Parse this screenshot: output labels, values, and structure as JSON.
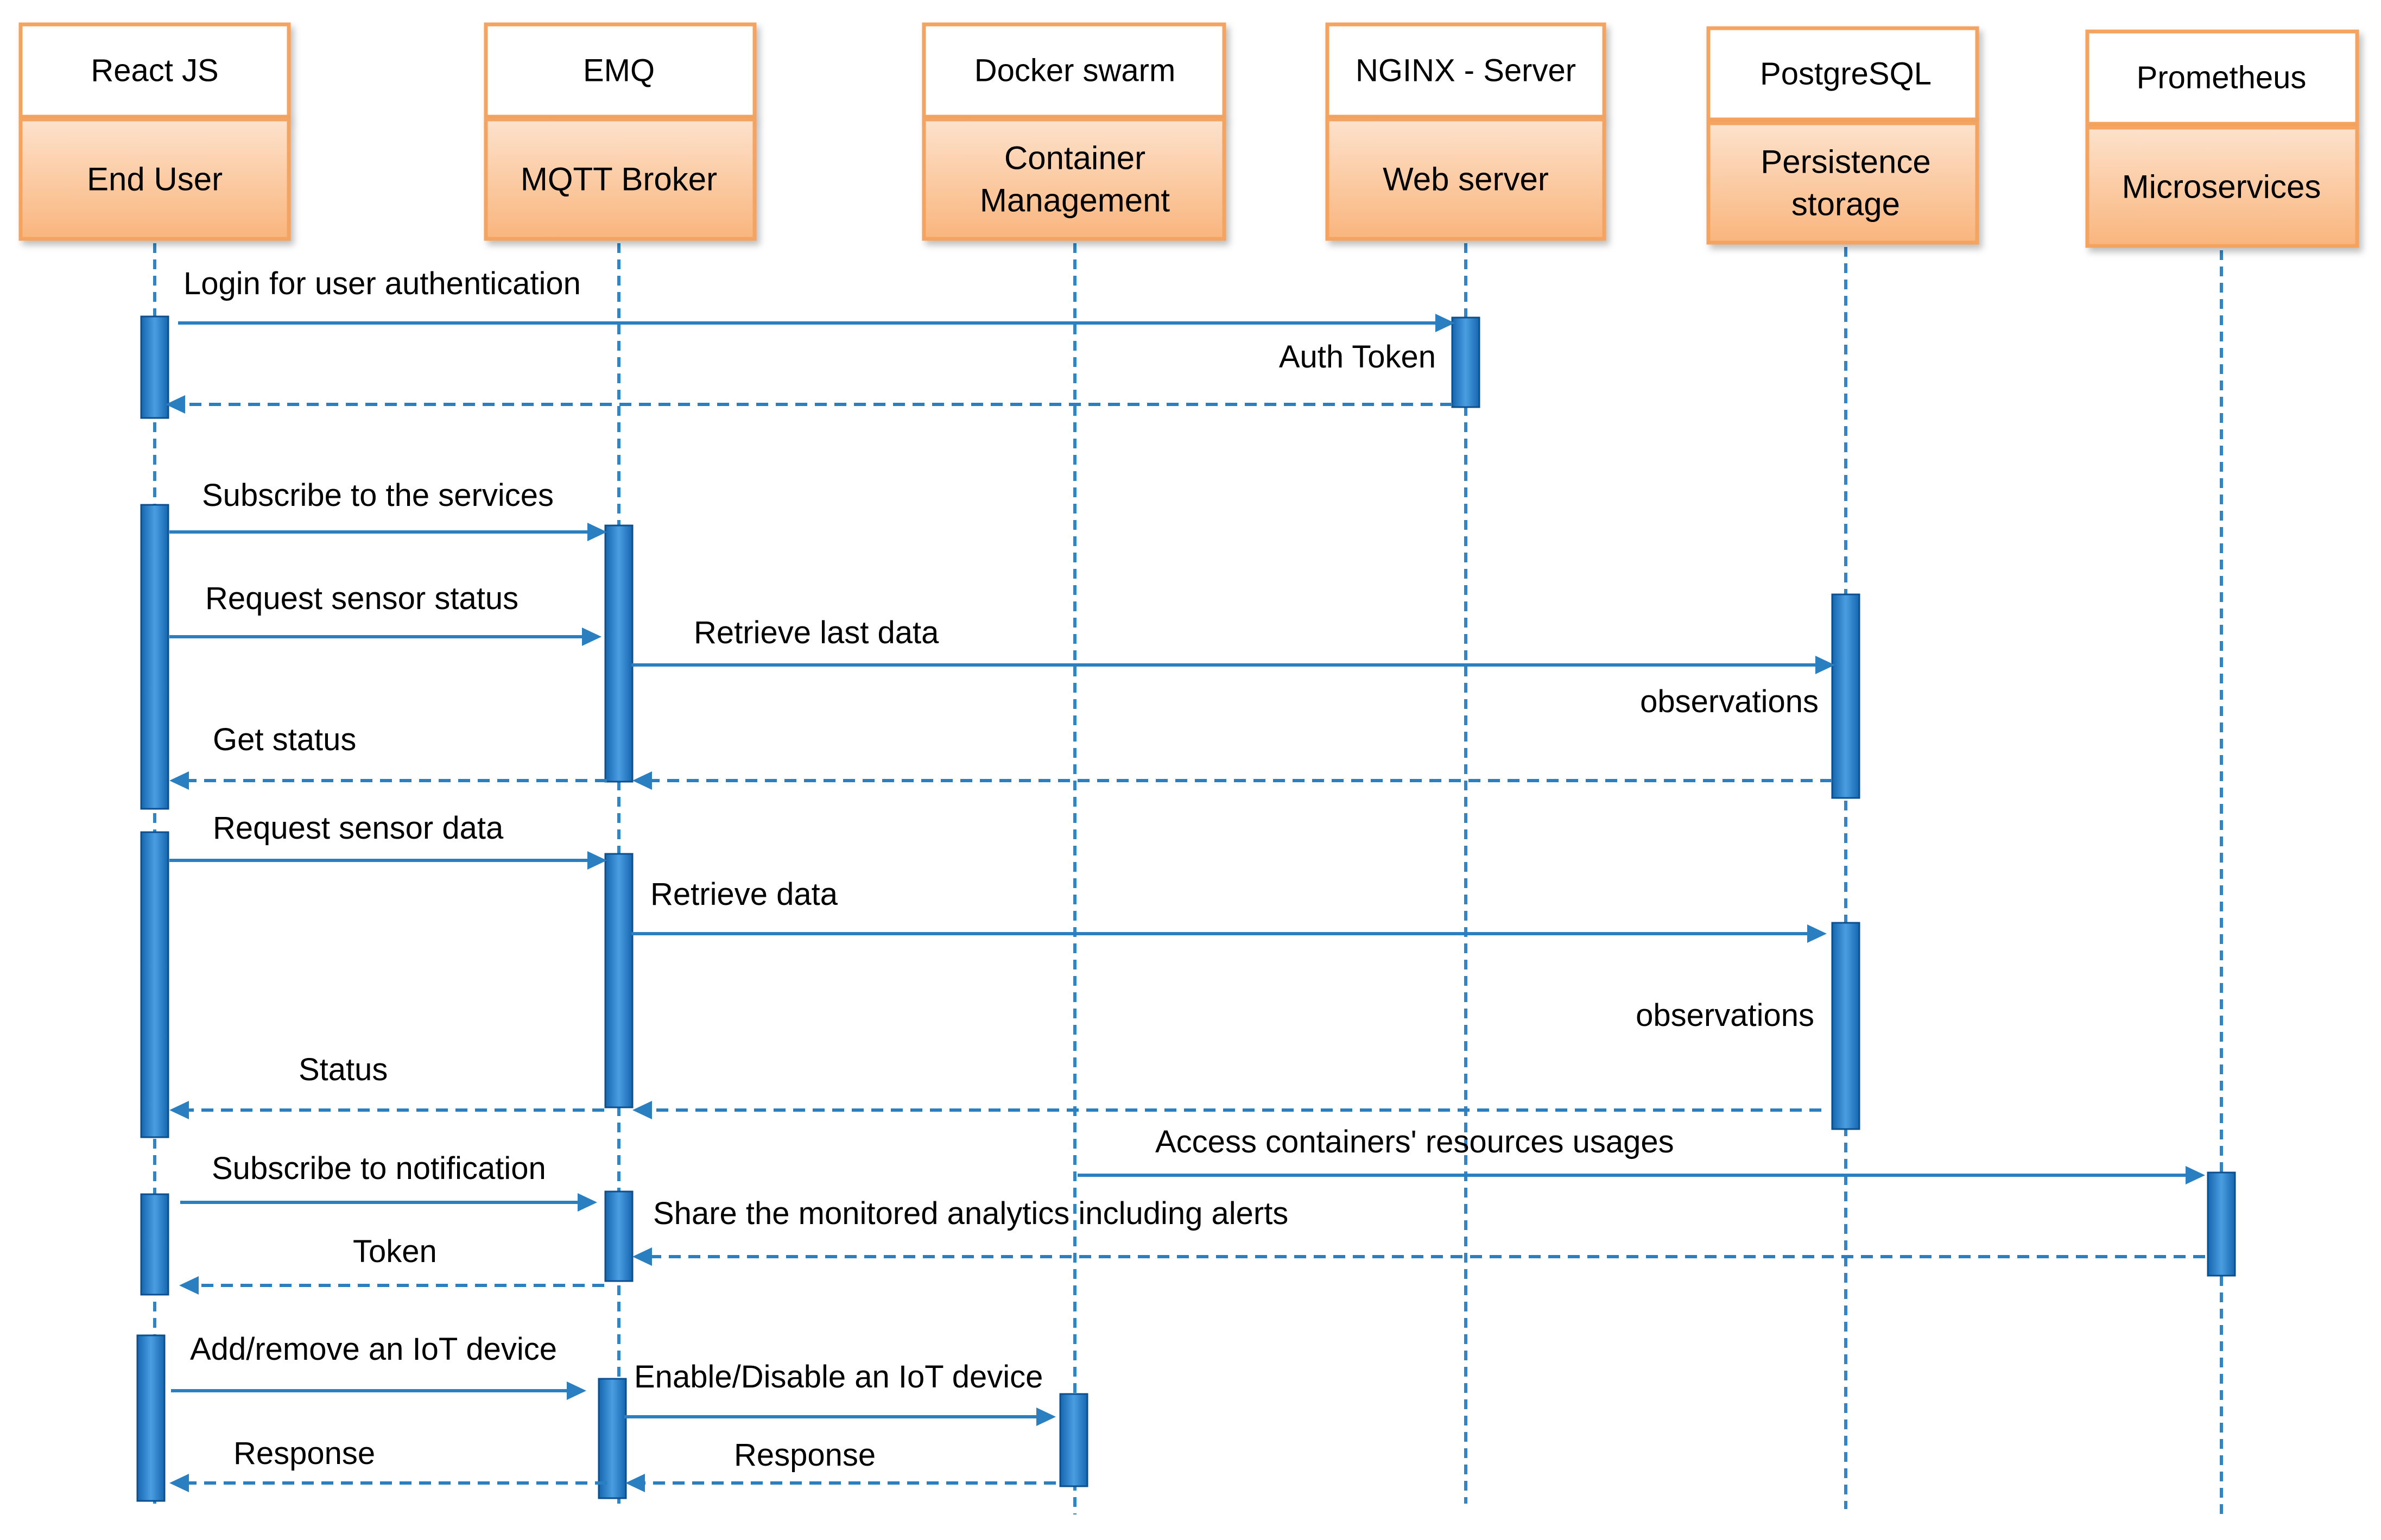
{
  "colors": {
    "lifeline": "#2e86c9",
    "arrow": "#2a7fc1",
    "activation": "#1566b0",
    "activation_light": "#4a9ee0",
    "header_border": "#f4a461",
    "role_fill_top": "#fde2cc",
    "role_fill_bottom": "#f9b57d"
  },
  "participants": [
    {
      "key": "end_user",
      "tech": "React JS",
      "role": [
        "End User"
      ]
    },
    {
      "key": "mqtt_broker",
      "tech": "EMQ",
      "role": [
        "MQTT Broker"
      ]
    },
    {
      "key": "container_mgmt",
      "tech": "Docker swarm",
      "role": [
        "Container",
        "Management"
      ]
    },
    {
      "key": "web_server",
      "tech": "NGINX - Server",
      "role": [
        "Web server"
      ]
    },
    {
      "key": "persistence",
      "tech": "PostgreSQL",
      "role": [
        "Persistence",
        "storage"
      ]
    },
    {
      "key": "microservices",
      "tech": "Prometheus",
      "role": [
        "Microservices"
      ]
    }
  ],
  "messages": [
    {
      "text": "Login for user authentication",
      "kind": "sync"
    },
    {
      "text": "Auth Token",
      "kind": "reply"
    },
    {
      "text": "Subscribe to the services",
      "kind": "sync"
    },
    {
      "text": "Request sensor status",
      "kind": "sync"
    },
    {
      "text": "Retrieve last data",
      "kind": "sync"
    },
    {
      "text": "observations",
      "kind": "reply"
    },
    {
      "text": "Get status",
      "kind": "reply"
    },
    {
      "text": "Request sensor data",
      "kind": "sync"
    },
    {
      "text": "Retrieve data",
      "kind": "sync"
    },
    {
      "text": "observations",
      "kind": "reply"
    },
    {
      "text": "Status",
      "kind": "reply"
    },
    {
      "text": "Access containers' resources usages",
      "kind": "sync"
    },
    {
      "text": "Subscribe to notification",
      "kind": "sync"
    },
    {
      "text": "Share the monitored analytics including alerts",
      "kind": "reply"
    },
    {
      "text": "Token",
      "kind": "reply"
    },
    {
      "text": "Add/remove an IoT device",
      "kind": "sync"
    },
    {
      "text": "Enable/Disable an IoT device",
      "kind": "sync"
    },
    {
      "text": "Response",
      "kind": "reply"
    },
    {
      "text": "Response",
      "kind": "reply"
    }
  ]
}
